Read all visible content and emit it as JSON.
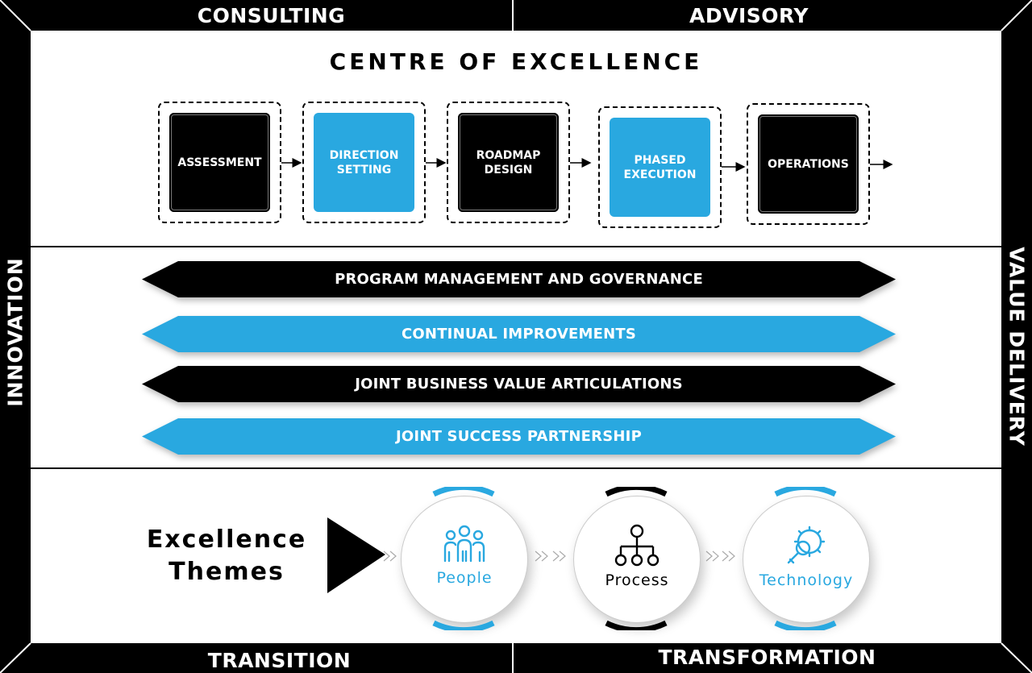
{
  "frame": {
    "top_left": "CONSULTING",
    "top_right": "ADVISORY",
    "bottom_left": "TRANSITION",
    "bottom_right": "TRANSFORMATION",
    "left": "INNOVATION",
    "right": "VALUE DELIVERY"
  },
  "coe": {
    "title": "CENTRE OF EXCELLENCE",
    "steps": [
      {
        "label": "ASSESSMENT",
        "fill": "black",
        "border": "dashed"
      },
      {
        "label": "DIRECTION SETTING",
        "fill": "blue",
        "border": "dashed"
      },
      {
        "label": "ROADMAP DESIGN",
        "fill": "black",
        "border": "dashed"
      },
      {
        "label": "PHASED EXECUTION",
        "fill": "blue",
        "border": "dashed"
      },
      {
        "label": "OPERATIONS",
        "fill": "black",
        "border": "dashed"
      }
    ]
  },
  "banners": [
    {
      "label": "PROGRAM MANAGEMENT AND GOVERNANCE",
      "color": "#000000"
    },
    {
      "label": "CONTINUAL IMPROVEMENTS",
      "color": "#29a8e0"
    },
    {
      "label": "JOINT BUSINESS VALUE ARTICULATIONS",
      "color": "#000000"
    },
    {
      "label": "JOINT SUCCESS PARTNERSHIP",
      "color": "#29a8e0"
    }
  ],
  "themes": {
    "title_line1": "Excellence",
    "title_line2": "Themes",
    "items": [
      {
        "label": "People",
        "icon": "people-icon",
        "color": "#29a8e0"
      },
      {
        "label": "Process",
        "icon": "org-chart-icon",
        "color": "#000000"
      },
      {
        "label": "Technology",
        "icon": "gear-search-icon",
        "color": "#29a8e0"
      }
    ]
  },
  "colors": {
    "accent": "#29a8e0",
    "dark": "#000000",
    "background": "#ffffff"
  }
}
